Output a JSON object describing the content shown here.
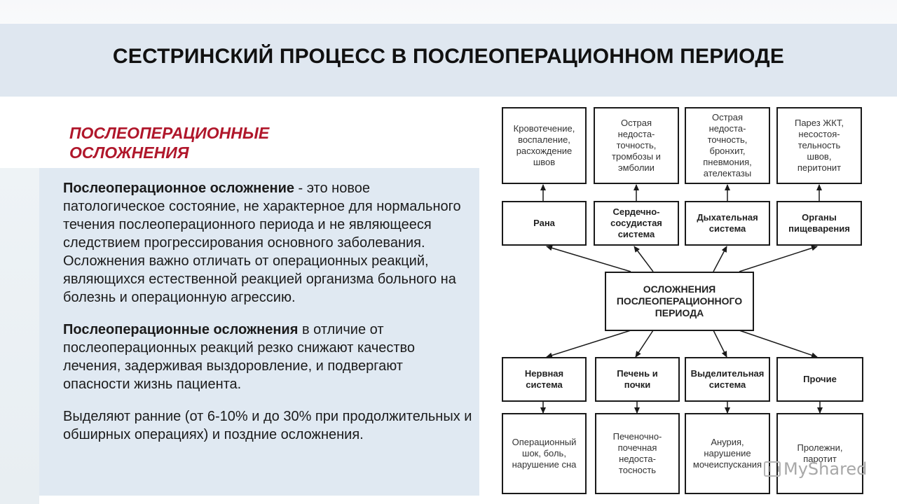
{
  "slide": {
    "title": "СЕСТРИНСКИЙ ПРОЦЕСС В ПОСЛЕОПЕРАЦИОННОМ ПЕРИОДЕ",
    "subtitle_line1": "ПОСЛЕОПЕРАЦИОННЫЕ",
    "subtitle_line2": "ОСЛОЖНЕНИЯ"
  },
  "text": {
    "p1_bold": "Послеоперационное осложнение",
    "p1_rest": " - это новое патологическое состояние, не характерное для нормального течения послеоперационного периода и не являющееся следствием прогрессирования основного заболевания. Осложнения важно отличать от операционных реакций, являющихся естественной реакцией организма больного на болезнь и операционную агрессию.",
    "p2_bold": "Послеоперационные осложнения",
    "p2_rest": " в отличие от послеоперационных реакций резко снижают качество лечения, задерживая выздоровление, и подвергают опасности жизнь пациента.",
    "p3": "Выделяют ранние (от 6-10% и до 30% при продолжительных и обширных операциях) и поздние осложнения."
  },
  "diagram": {
    "center": [
      "ОСЛОЖНЕНИЯ",
      "ПОСЛЕОПЕРАЦИОННОГО",
      "ПЕРИОДА"
    ],
    "top_details": [
      [
        "Кровотечение,",
        "воспаление,",
        "расхождение",
        "швов"
      ],
      [
        "Острая",
        "недоста-",
        "точность,",
        "тромбозы и",
        "эмболии"
      ],
      [
        "Острая",
        "недоста-",
        "точность,",
        "бронхит,",
        "пневмония,",
        "ателектазы"
      ],
      [
        "Парез ЖКТ,",
        "несостоя-",
        "тельность",
        "швов,",
        "перитонит"
      ]
    ],
    "top_categories": [
      [
        "Рана"
      ],
      [
        "Сердечно-",
        "сосудистая",
        "система"
      ],
      [
        "Дыхательная",
        "система"
      ],
      [
        "Органы",
        "пищеварения"
      ]
    ],
    "bottom_categories": [
      [
        "Нервная",
        "система"
      ],
      [
        "Печень и",
        "почки"
      ],
      [
        "Выделительная",
        "система"
      ],
      [
        "Прочие"
      ]
    ],
    "bottom_details": [
      [
        "Операционный",
        "шок, боль,",
        "нарушение сна"
      ],
      [
        "Печеночно-",
        "почечная",
        "недоста-",
        "тосность"
      ],
      [
        "Анурия,",
        "нарушение",
        "мочеиспускания"
      ],
      [
        "Пролежни,",
        "паротит"
      ]
    ]
  },
  "watermark": "MyShared"
}
